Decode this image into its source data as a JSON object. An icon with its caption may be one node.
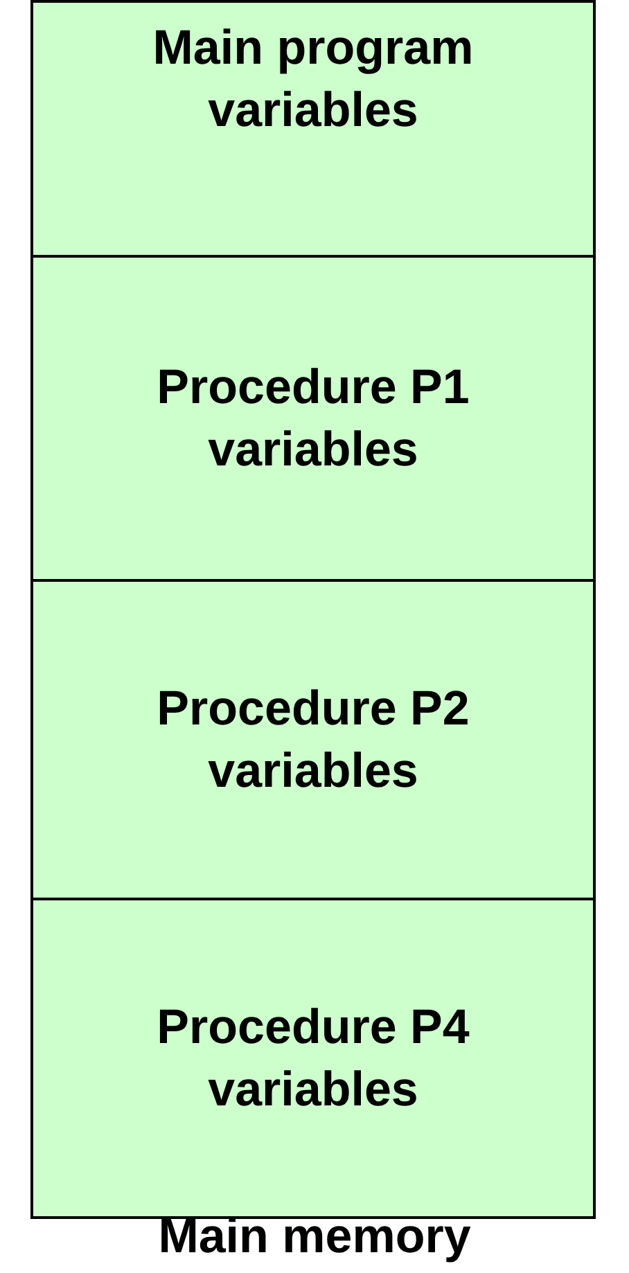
{
  "diagram": {
    "caption": "Main memory",
    "nodes": [
      {
        "text": [
          "Main program variables"
        ]
      },
      {
        "text": [
          "Procedure P1 variables"
        ]
      },
      {
        "text": [
          "Procedure P2 variables"
        ]
      },
      {
        "text": [
          "Procedure P4 variables"
        ]
      }
    ]
  }
}
